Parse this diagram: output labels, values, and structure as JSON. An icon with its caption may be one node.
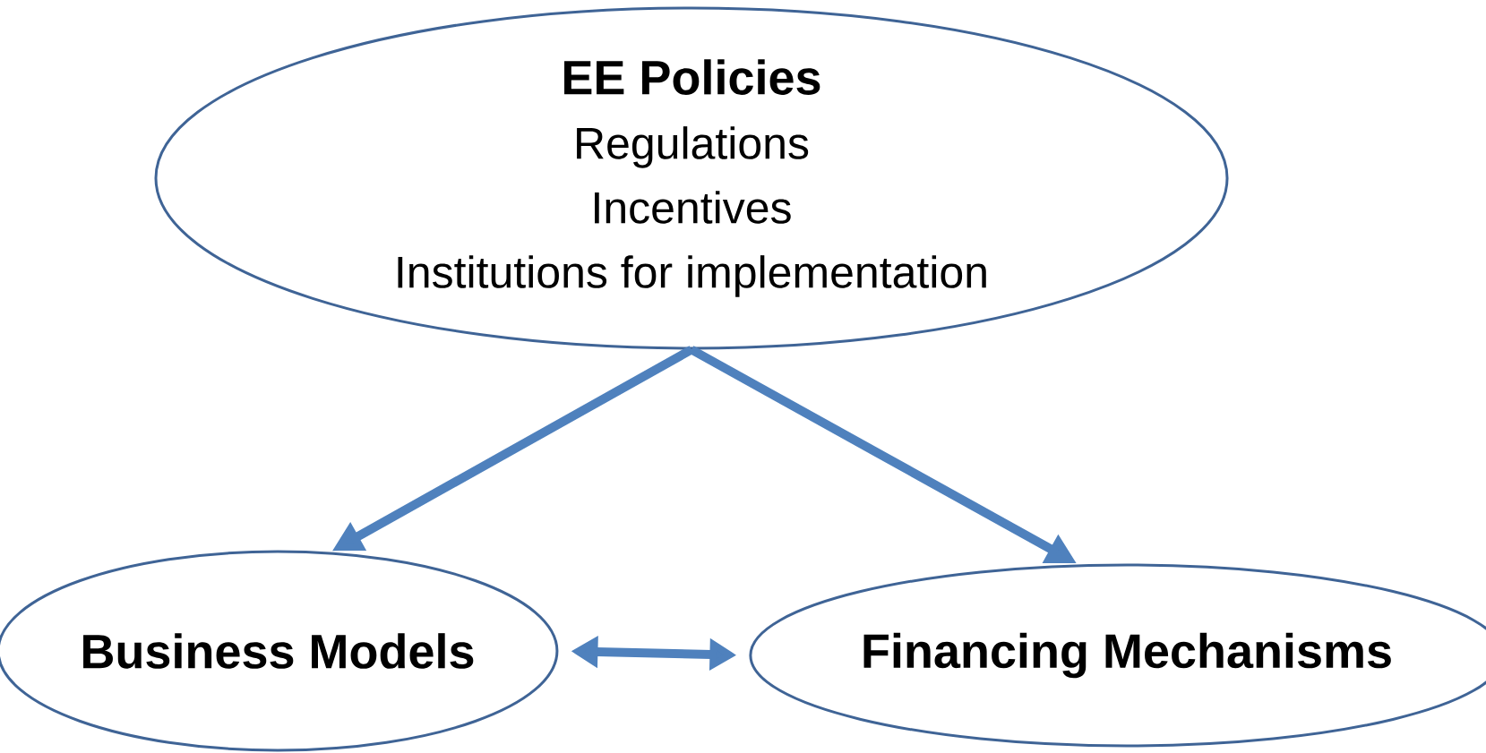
{
  "diagram": {
    "nodes": [
      {
        "text": [
          "EE Policies",
          "Regulations",
          "Incentives",
          "Institutions for implementation"
        ]
      },
      {
        "text": [
          "Business Models"
        ]
      },
      {
        "text": [
          "Financing Mechanisms"
        ]
      }
    ],
    "edges": [
      {
        "from": 0,
        "to": 1,
        "arrow": "to"
      },
      {
        "from": 0,
        "to": 2,
        "arrow": "to"
      },
      {
        "from": 1,
        "to": 2,
        "arrow": "both"
      }
    ]
  }
}
